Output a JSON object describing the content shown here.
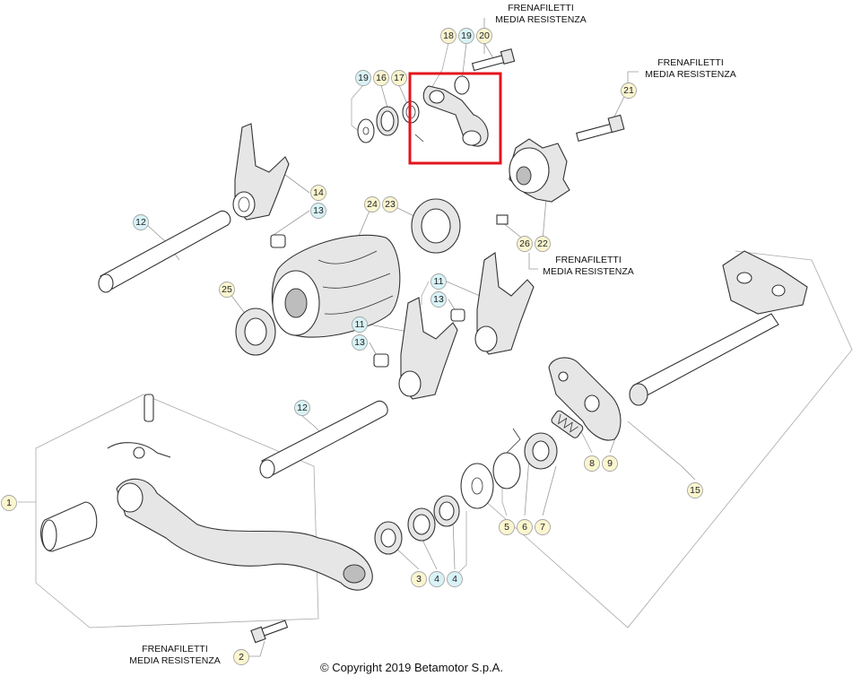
{
  "colors": {
    "badge_yellow": "#fbf6cf",
    "badge_cyan": "#d8f3f7",
    "badge_border": "#a6a6a6",
    "highlight_red": "#e3141e"
  },
  "notes": [
    {
      "line1": "FRENAFILETTI",
      "line2": "MEDIA RESISTENZA"
    },
    {
      "line1": "FRENAFILETTI",
      "line2": "MEDIA RESISTENZA"
    },
    {
      "line1": "FRENAFILETTI",
      "line2": "MEDIA RESISTENZA"
    },
    {
      "line1": "FRENAFILETTI",
      "line2": "MEDIA RESISTENZA"
    }
  ],
  "callouts": [
    {
      "label": "18",
      "style": "yellow"
    },
    {
      "label": "19",
      "style": "cyan"
    },
    {
      "label": "20",
      "style": "yellow"
    },
    {
      "label": "19",
      "style": "cyan"
    },
    {
      "label": "16",
      "style": "yellow"
    },
    {
      "label": "17",
      "style": "yellow"
    },
    {
      "label": "21",
      "style": "yellow"
    },
    {
      "label": "14",
      "style": "yellow"
    },
    {
      "label": "13",
      "style": "cyan"
    },
    {
      "label": "12",
      "style": "cyan"
    },
    {
      "label": "24",
      "style": "yellow"
    },
    {
      "label": "23",
      "style": "yellow"
    },
    {
      "label": "26",
      "style": "yellow"
    },
    {
      "label": "22",
      "style": "yellow"
    },
    {
      "label": "25",
      "style": "yellow"
    },
    {
      "label": "11",
      "style": "cyan"
    },
    {
      "label": "13",
      "style": "cyan"
    },
    {
      "label": "11",
      "style": "cyan"
    },
    {
      "label": "13",
      "style": "cyan"
    },
    {
      "label": "12",
      "style": "cyan"
    },
    {
      "label": "8",
      "style": "yellow"
    },
    {
      "label": "9",
      "style": "yellow"
    },
    {
      "label": "15",
      "style": "yellow"
    },
    {
      "label": "1",
      "style": "yellow"
    },
    {
      "label": "5",
      "style": "yellow"
    },
    {
      "label": "6",
      "style": "yellow"
    },
    {
      "label": "7",
      "style": "yellow"
    },
    {
      "label": "3",
      "style": "yellow"
    },
    {
      "label": "4",
      "style": "cyan"
    },
    {
      "label": "4",
      "style": "cyan"
    },
    {
      "label": "2",
      "style": "yellow"
    }
  ],
  "copyright": "© Copyright 2019 Betamotor S.p.A."
}
